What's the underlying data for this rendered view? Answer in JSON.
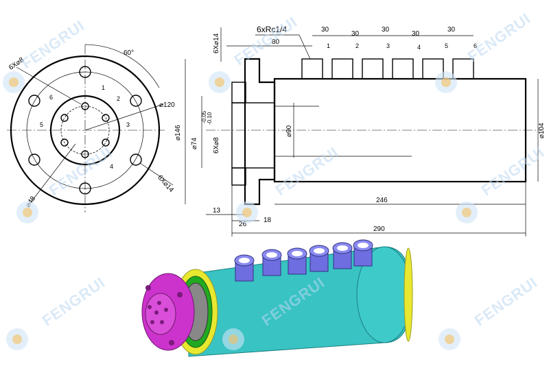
{
  "watermark": {
    "brand": "FENGRUI",
    "color": "#bcd8f2"
  },
  "front_view": {
    "angle": "60°",
    "hole_pattern_8": "6X⌀8",
    "hole_pattern_14": "6X⌀14",
    "bolt_circle": "⌀120",
    "inner_circle": "⌀48",
    "port_numbers": [
      "1",
      "2",
      "3",
      "4",
      "5",
      "6"
    ]
  },
  "side_view": {
    "thread_note": "6xRc1/4",
    "spacing_dims": [
      "30",
      "30",
      "30",
      "30",
      "30"
    ],
    "port_numbers": [
      "1",
      "2",
      "3",
      "4",
      "5",
      "6"
    ],
    "dim_80": "80",
    "flange_holes": "6X⌀14",
    "dia_146": "⌀146",
    "dia_74": "⌀74",
    "tol_upper": "-0.05",
    "tol_lower": "-0.10",
    "hole_8": "6X⌀8",
    "dia_90": "⌀90",
    "dia_104": "⌀104",
    "len_246": "246",
    "len_290": "290",
    "dim_13": "13",
    "dim_26": "26",
    "dim_18": "18"
  },
  "model_colors": {
    "body": "#39c3c3",
    "flange": "#cc33cc",
    "port": "#7777dd",
    "ring": "#e8e830"
  }
}
